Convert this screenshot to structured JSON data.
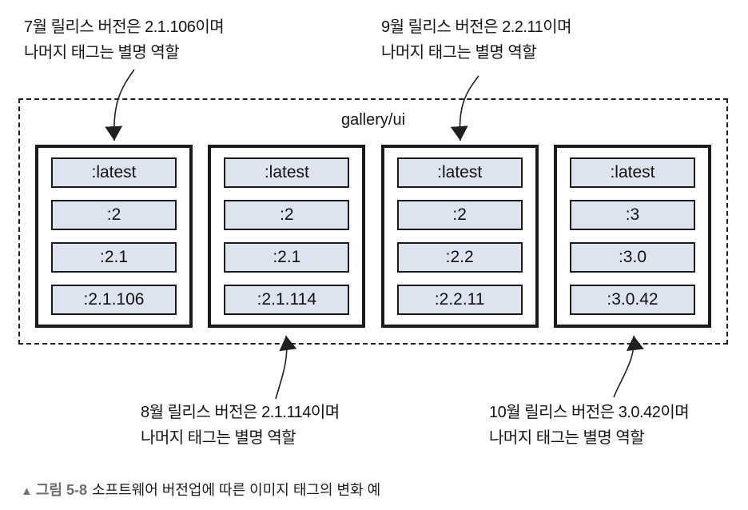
{
  "annotations": {
    "top_left": {
      "line1": "7월 릴리스 버전은 2.1.106이며",
      "line2": "나머지 태그는 별명 역할"
    },
    "top_right": {
      "line1": "9월 릴리스 버전은 2.2.11이며",
      "line2": "나머지 태그는 별명 역할"
    },
    "bottom_left": {
      "line1": "8월 릴리스 버전은 2.1.114이며",
      "line2": "나머지 태그는 별명 역할"
    },
    "bottom_right": {
      "line1": "10월 릴리스 버전은 3.0.42이며",
      "line2": "나머지 태그는 별명 역할"
    }
  },
  "registry": {
    "name": "gallery/ui",
    "groups": [
      {
        "tags": [
          ":latest",
          ":2",
          ":2.1",
          ":2.1.106"
        ]
      },
      {
        "tags": [
          ":latest",
          ":2",
          ":2.1",
          ":2.1.114"
        ]
      },
      {
        "tags": [
          ":latest",
          ":2",
          ":2.2",
          ":2.2.11"
        ]
      },
      {
        "tags": [
          ":latest",
          ":3",
          ":3.0",
          ":3.0.42"
        ]
      }
    ]
  },
  "caption": {
    "marker": "▲",
    "label": "그림 5-8",
    "text": "소프트웨어 버전업에 따른 이미지 태그의 변화 예"
  },
  "colors": {
    "pill_fill": "#dde4ef",
    "line": "#1a1a1a",
    "caption_label": "#6e6e6e",
    "background": "#ffffff"
  }
}
